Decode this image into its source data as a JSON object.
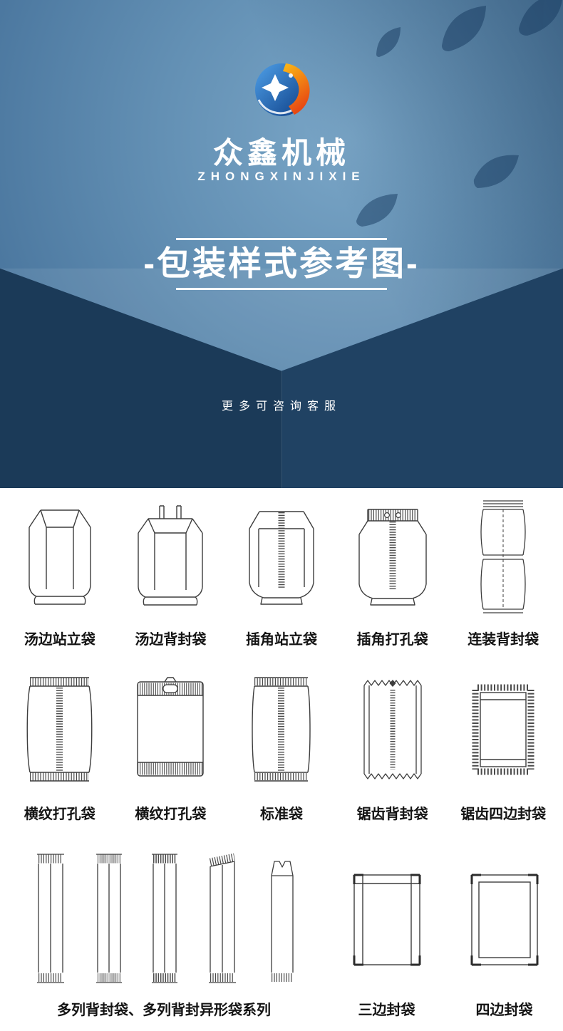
{
  "hero": {
    "brand_cn": "众鑫机械",
    "brand_en": "ZHONGXINJIXIE",
    "title": "-包装样式参考图-",
    "note": "更多可咨询客服"
  },
  "catalog": {
    "rows": [
      {
        "items": [
          {
            "label": "汤边站立袋",
            "icon": "standup-pouch-illustration"
          },
          {
            "label": "汤边背封袋",
            "icon": "back-seal-standup-illustration"
          },
          {
            "label": "插角站立袋",
            "icon": "corner-gusset-standup-illustration"
          },
          {
            "label": "插角打孔袋",
            "icon": "corner-gusset-punched-illustration"
          },
          {
            "label": "连装背封袋",
            "icon": "linked-back-seal-illustration"
          }
        ]
      },
      {
        "items": [
          {
            "label": "横纹打孔袋",
            "icon": "stripe-punched-pillow-illustration"
          },
          {
            "label": "横纹打孔袋",
            "icon": "stripe-punched-hang-hole-illustration"
          },
          {
            "label": "标准袋",
            "icon": "standard-pillow-bag-illustration"
          },
          {
            "label": "锯齿背封袋",
            "icon": "sawtooth-back-seal-illustration"
          },
          {
            "label": "锯齿四边封袋",
            "icon": "sawtooth-four-side-seal-illustration"
          }
        ]
      },
      {
        "items": [
          {
            "label": "多列背封袋、多列背封异形袋系列",
            "icon": "multi-lane-stick-bags-illustration"
          },
          {
            "label": "三边封袋",
            "icon": "three-side-seal-illustration"
          },
          {
            "label": "四边封袋",
            "icon": "four-side-seal-illustration"
          }
        ]
      }
    ]
  },
  "colors": {
    "hero_light": "#7aa6c7",
    "hero_mid": "#4a769e",
    "panel_dark_left": "#1b3a58",
    "panel_dark_right": "#204263",
    "logo_blue": "#0c3d85",
    "logo_orange": "#e63c12",
    "label_text": "#141414"
  }
}
